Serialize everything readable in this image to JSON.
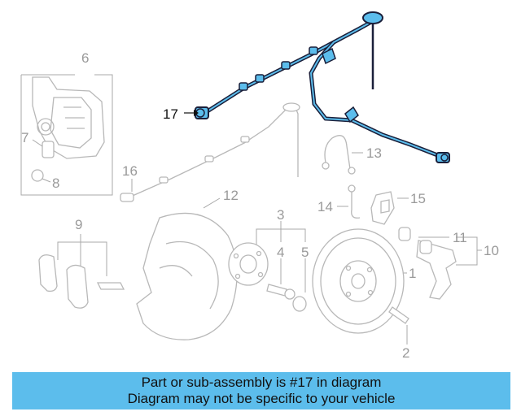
{
  "diagram": {
    "callouts": {
      "c1": "1",
      "c2": "2",
      "c3": "3",
      "c4": "4",
      "c5": "5",
      "c6": "6",
      "c7": "7",
      "c8": "8",
      "c9": "9",
      "c10": "10",
      "c11": "11",
      "c12": "12",
      "c13": "13",
      "c14": "14",
      "c15": "15",
      "c16": "16",
      "c17": "17"
    },
    "highlight_color": "#1a1f3a",
    "highlight_part": "17"
  },
  "banner": {
    "line1": "Part or sub-assembly is #17 in diagram",
    "line2": "Diagram may not be specific to your vehicle",
    "background": "#5cbdec"
  }
}
